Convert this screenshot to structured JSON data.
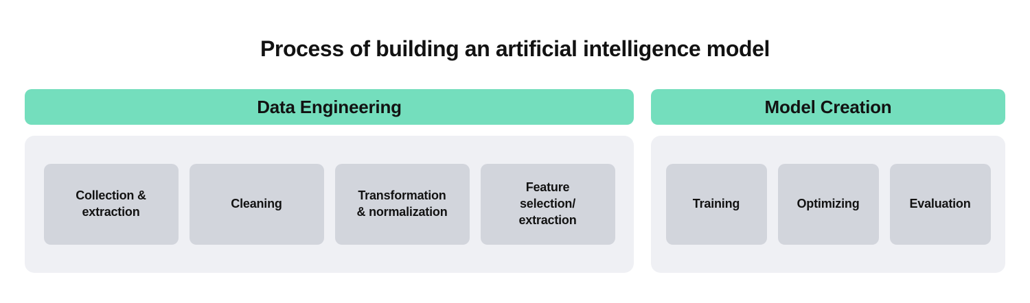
{
  "title": "Process of building an artificial intelligence model",
  "colors": {
    "accent_green": "#74debd",
    "panel_bg": "#eff0f4",
    "step_bg": "#d2d5dc",
    "text": "#121212",
    "page_bg": "#ffffff"
  },
  "sections": [
    {
      "header": "Data Engineering",
      "steps": [
        "Collection &\nextraction",
        "Cleaning",
        "Transformation\n& normalization",
        "Feature\nselection/\nextraction"
      ]
    },
    {
      "header": "Model Creation",
      "steps": [
        "Training",
        "Optimizing",
        "Evaluation"
      ]
    }
  ]
}
